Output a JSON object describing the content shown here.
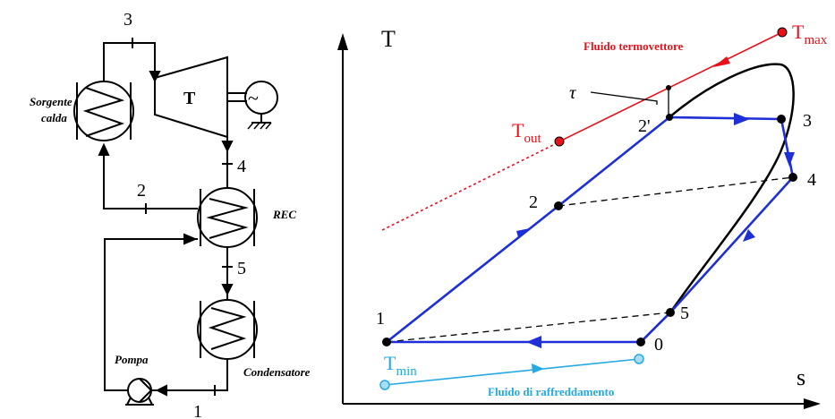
{
  "scheme": {
    "heater_label": [
      "Sorgente",
      "calda"
    ],
    "turbine_label": "T",
    "generator_symbol": "~",
    "rec_label": "REC",
    "condenser_label": "Condensatore",
    "pump_label": "Pompa",
    "points": {
      "p1": "1",
      "p2": "2",
      "p3": "3",
      "p4": "4",
      "p5": "5"
    }
  },
  "ts_diagram": {
    "y_axis": "T",
    "x_axis": "s",
    "hot_fluid_label": "Fluido termovettore",
    "cold_fluid_label": "Fluido di raffreddamento",
    "tmax": {
      "base": "T",
      "sub": "max"
    },
    "tout": {
      "base": "T",
      "sub": "out"
    },
    "tmin": {
      "base": "T",
      "sub": "min"
    },
    "tau": "τ",
    "points": {
      "p0": "0",
      "p1": "1",
      "p2": "2",
      "p2p": "2'",
      "p3": "3",
      "p4": "4",
      "p5": "5"
    }
  },
  "colors": {
    "cycle": "#1f2fd8",
    "hot_fluid": "#e8111a",
    "cold_fluid": "#25a9e0",
    "black": "#000000"
  }
}
